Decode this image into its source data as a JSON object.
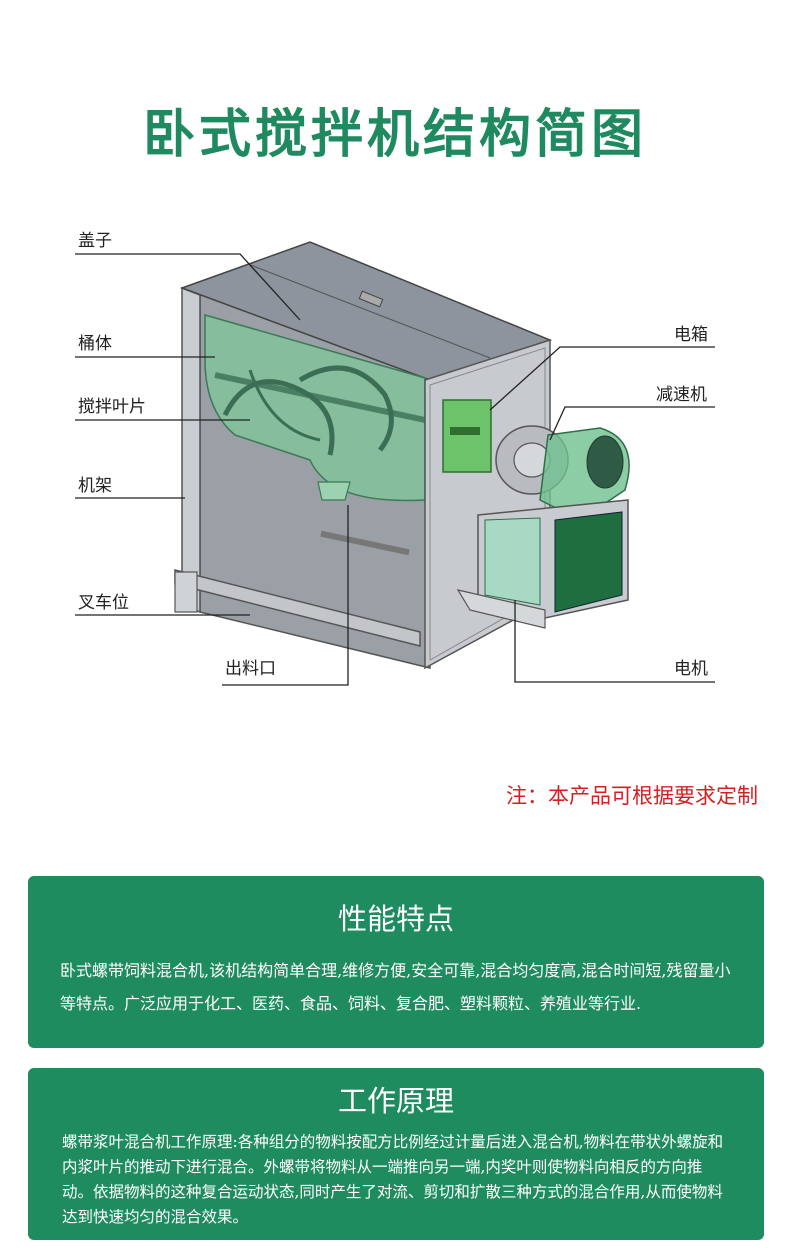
{
  "title": "卧式搅拌机结构简图",
  "labels": {
    "cover": "盖子",
    "barrel": "桶体",
    "blade": "搅拌叶片",
    "frame": "机架",
    "forklift": "叉车位",
    "outlet": "出料口",
    "electric_box": "电箱",
    "reducer": "减速机",
    "motor": "电机"
  },
  "note": "注：本产品可根据要求定制",
  "features": {
    "heading": "性能特点",
    "text": "卧式螺带饲料混合机,该机结构简单合理,维修方便,安全可靠,混合均匀度高,混合时间短,残留量小等特点。广泛应用于化工、医药、食品、饲料、复合肥、塑料颗粒、养殖业等行业."
  },
  "principle": {
    "heading": "工作原理",
    "text": "螺带浆叶混合机工作原理:各种组分的物料按配方比例经过计量后进入混合机,物料在带状外螺旋和内浆叶片的推动下进行混合。外螺带将物料从一端推向另一端,内奖叶则使物料向相反的方向推动。依据物料的这种复合运动状态,同时产生了对流、剪切和扩散三种方式的混合作用,从而使物料达到快速均匀的混合效果。"
  },
  "colors": {
    "title": "#1f8a5f",
    "panel": "#1f8c5f",
    "note": "#d42020"
  }
}
